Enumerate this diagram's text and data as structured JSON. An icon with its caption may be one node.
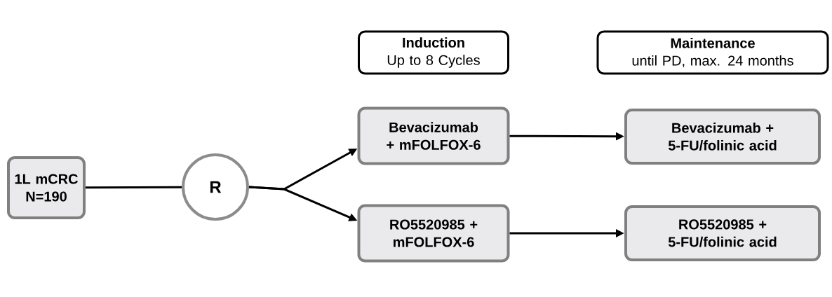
{
  "diagram": {
    "nodes": [
      {
        "text": [
          "1L mCRC N=190"
        ]
      },
      {
        "text": [
          "R"
        ]
      },
      {
        "text": [
          "Induction",
          "Up to 8 Cycles"
        ]
      },
      {
        "text": [
          "Maintenance",
          "until PD, max. 24 months"
        ]
      },
      {
        "text": [
          "Bevacizumab + mFOLFOX-6"
        ]
      },
      {
        "text": [
          "Bevacizumab + 5-FU/folinic acid"
        ]
      },
      {
        "text": [
          "RO5520985 + mFOLFOX-6"
        ]
      },
      {
        "text": [
          "RO5520985 + 5-FU/folinic acid"
        ]
      }
    ],
    "edges": [
      {
        "from": 0,
        "to": 1,
        "arrow": "none"
      },
      {
        "from": 1,
        "to": 4,
        "arrow": "to"
      },
      {
        "from": 1,
        "to": 6,
        "arrow": "to"
      },
      {
        "from": 4,
        "to": 5,
        "arrow": "to"
      },
      {
        "from": 6,
        "to": 7,
        "arrow": "to"
      }
    ]
  }
}
